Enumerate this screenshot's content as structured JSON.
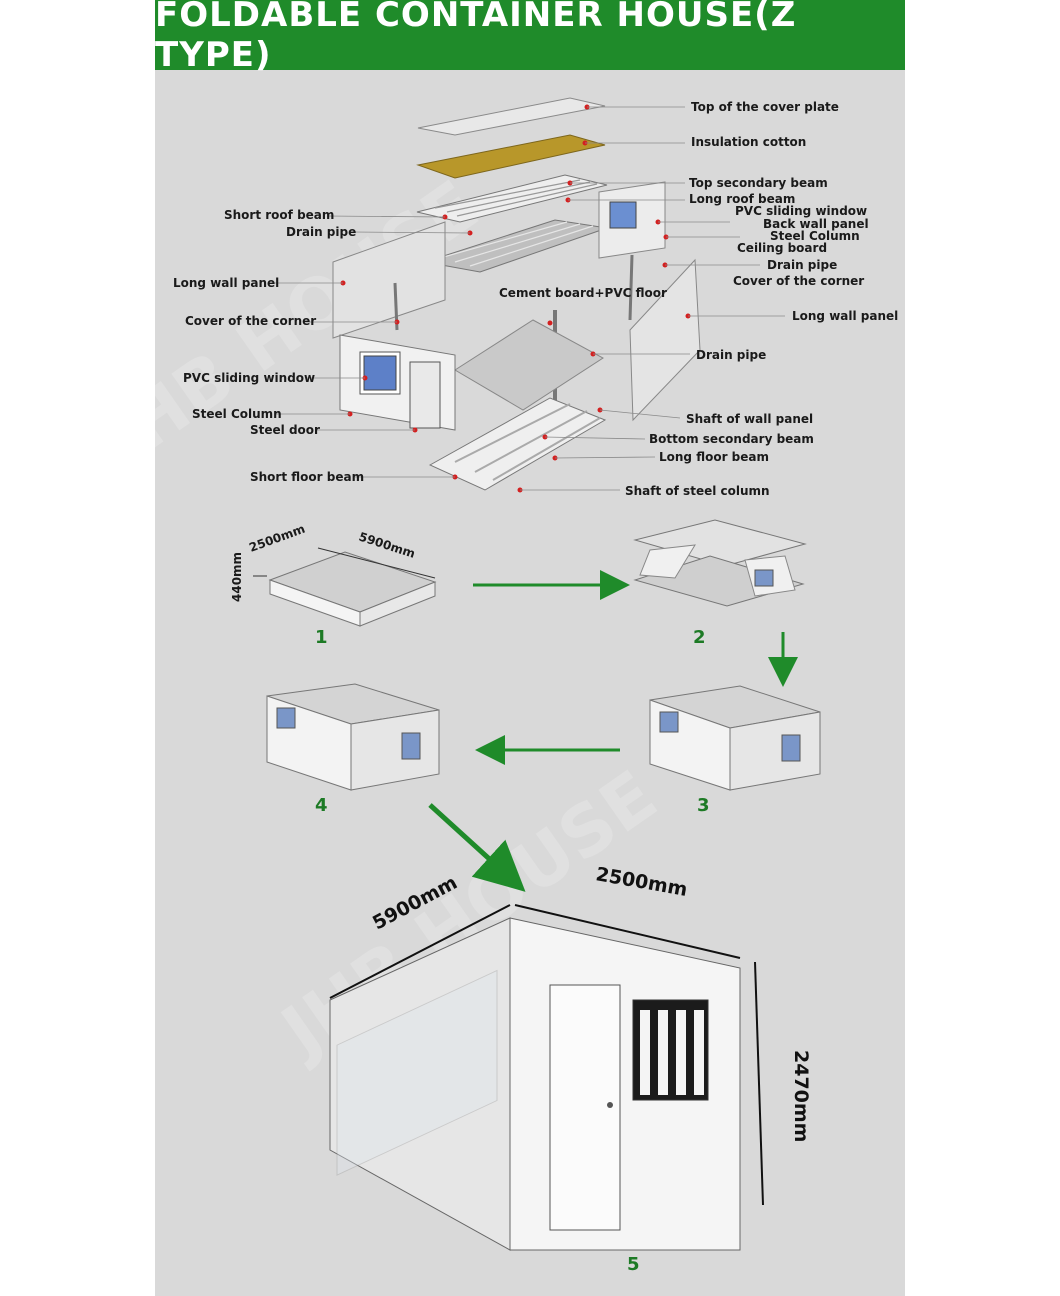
{
  "title": "FOLDABLE CONTAINER HOUSE(Z TYPE)",
  "watermark": "JHB HOUSE",
  "colors": {
    "banner": "#1f8b2a",
    "panel": "#d9d9d9",
    "arrow": "#1f8b2a",
    "insulation": "#b8972a",
    "marker": "#d32020"
  },
  "parts_left": [
    "Short roof beam",
    "Drain pipe",
    "Long wall panel",
    "Cover of the corner",
    "PVC sliding window",
    "Steel Column",
    "Steel door",
    "Short floor beam"
  ],
  "parts_right": [
    "Top of the cover plate",
    "Insulation cotton",
    "Top secondary beam",
    "Long roof beam",
    "PVC sliding window",
    "Back wall panel",
    "Steel Column",
    "Ceiling board",
    "Drain pipe",
    "Cover of the corner",
    "Long wall panel",
    "Drain pipe",
    "Shaft of wall panel",
    "Bottom secondary beam",
    "Long floor beam",
    "Shaft of steel column"
  ],
  "part_center": "Cement board+PVC floor",
  "folding": {
    "dims_folded": [
      "2500mm",
      "5900mm",
      "440mm"
    ],
    "steps": [
      "1",
      "2",
      "3",
      "4",
      "5"
    ]
  },
  "final": {
    "length": "5900mm",
    "width": "2500mm",
    "height": "2470mm"
  }
}
